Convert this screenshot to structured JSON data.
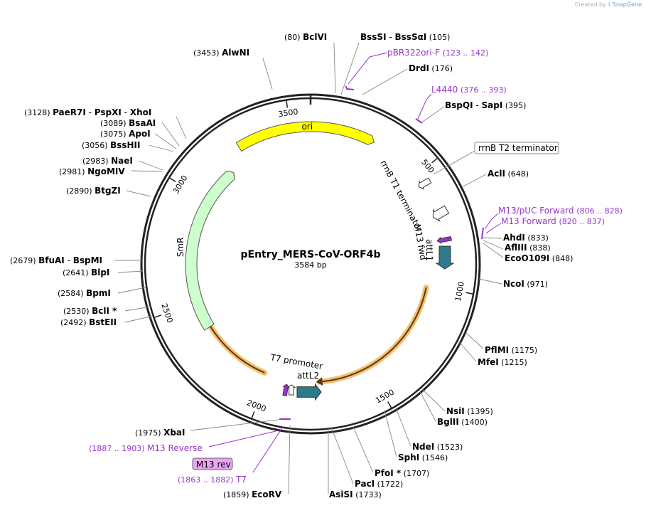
{
  "credit": {
    "prefix": "Created by",
    "brand": "SnapGene"
  },
  "plasmid": {
    "name": "pEntry_MERS-CoV-ORF4b",
    "length_label": "3584 bp",
    "length": 3584
  },
  "colors": {
    "backbone": "#222222",
    "ori": "#ffff00",
    "smr": "#ccffcc",
    "orf_outline": "#f4b860",
    "att": "#2d7a8c",
    "primer": "#9933cc",
    "primer_text": "#9933cc",
    "leader": "#888888",
    "enzyme_text": "#000000"
  },
  "ticks": [
    {
      "bp": 500,
      "label": "500"
    },
    {
      "bp": 1000,
      "label": "1000"
    },
    {
      "bp": 1500,
      "label": "1500"
    },
    {
      "bp": 2000,
      "label": "2000"
    },
    {
      "bp": 2500,
      "label": "2500"
    },
    {
      "bp": 3000,
      "label": "3000"
    },
    {
      "bp": 3500,
      "label": "3500"
    }
  ],
  "features": [
    {
      "id": "ori",
      "label": "ori",
      "start": 3264,
      "end": 3584,
      "wrapEnd": 275,
      "kind": "ori"
    },
    {
      "id": "smr",
      "label": "SmR",
      "start": 2360,
      "end": 3200,
      "kind": "smr",
      "reverse": true
    },
    {
      "id": "orf",
      "start": 2020,
      "end": 3180,
      "kind": "orf"
    },
    {
      "id": "orf2",
      "start": 1010,
      "end": 1750,
      "kind": "orf"
    }
  ],
  "small_features": [
    {
      "id": "rrnb-t1",
      "label": "rrnB T1 terminator"
    },
    {
      "id": "rrnb-t2",
      "label": "rrnB T2 terminator"
    },
    {
      "id": "m13fwd",
      "label": "M13 fwd"
    },
    {
      "id": "attl1",
      "label": "attL1"
    },
    {
      "id": "t7promoter",
      "label": "T7 promoter"
    },
    {
      "id": "attl2",
      "label": "attL2"
    }
  ],
  "enzymes": [
    {
      "name": "AlwNI",
      "pos": "(3453)"
    },
    {
      "name": "BclVI",
      "pos": "(80)"
    },
    {
      "name": "BssSI",
      "name2": "BssSαI",
      "pos": "(105)"
    },
    {
      "name": "DrdI",
      "pos": "(176)"
    },
    {
      "name": "BspQI",
      "name2": "SapI",
      "pos": "(395)"
    },
    {
      "name": "AclI",
      "pos": "(648)"
    },
    {
      "name": "AhdI",
      "pos": "(833)"
    },
    {
      "name": "AflIII",
      "pos": "(838)"
    },
    {
      "name": "EcoO109I",
      "pos": "(848)"
    },
    {
      "name": "NcoI",
      "pos": "(971)"
    },
    {
      "name": "PflMI",
      "pos": "(1175)"
    },
    {
      "name": "MfeI",
      "pos": "(1215)"
    },
    {
      "name": "NsiI",
      "pos": "(1395)"
    },
    {
      "name": "BglII",
      "pos": "(1400)"
    },
    {
      "name": "NdeI",
      "pos": "(1523)"
    },
    {
      "name": "SphI",
      "pos": "(1546)"
    },
    {
      "name": "PfoI *",
      "pos": "(1707)"
    },
    {
      "name": "PacI",
      "pos": "(1722)"
    },
    {
      "name": "AsiSI",
      "pos": "(1733)"
    },
    {
      "name": "EcoRV",
      "pos": "(1859)"
    },
    {
      "name": "XbaI",
      "pos": "(1975)"
    },
    {
      "name": "BstEII",
      "pos": "(2492)"
    },
    {
      "name": "BclI *",
      "pos": "(2530)"
    },
    {
      "name": "BpmI",
      "pos": "(2584)"
    },
    {
      "name": "BlpI",
      "pos": "(2641)"
    },
    {
      "name": "BfuAI",
      "name2": "BspMI",
      "pos": "(2679)"
    },
    {
      "name": "BtgZI",
      "pos": "(2890)"
    },
    {
      "name": "NgoMIV",
      "pos": "(2981)"
    },
    {
      "name": "NaeI",
      "pos": "(2983)"
    },
    {
      "name": "BssHII",
      "pos": "(3056)"
    },
    {
      "name": "ApoI",
      "pos": "(3075)"
    },
    {
      "name": "BsaAI",
      "pos": "(3089)"
    },
    {
      "name": "PaeR7I",
      "name2": "PspXI",
      "name3": "XhoI",
      "pos": "(3128)"
    }
  ],
  "primers": [
    {
      "name": "pBR322ori-F",
      "range": "(123 .. 142)"
    },
    {
      "name": "L4440",
      "range": "(376 .. 393)"
    },
    {
      "name": "M13/pUC Forward",
      "range": "(806 .. 828)"
    },
    {
      "name": "M13 Forward",
      "range": "(820 .. 837)"
    },
    {
      "name": "M13 Reverse",
      "range": "(1887 .. 1903)"
    },
    {
      "name": "M13 rev",
      "range": ""
    },
    {
      "name": "T7",
      "range": "(1863 .. 1882)"
    }
  ]
}
